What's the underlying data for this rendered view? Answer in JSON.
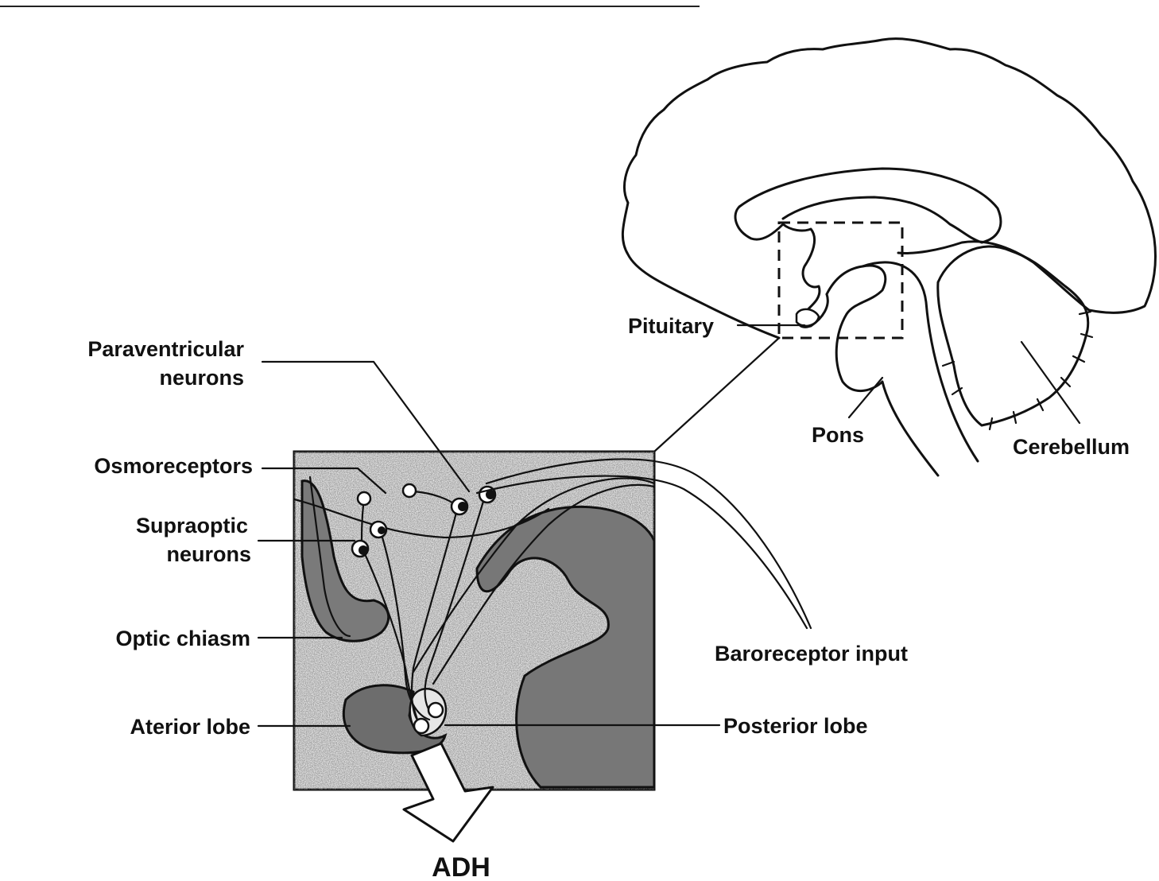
{
  "labels": {
    "pituitary": "Pituitary",
    "pons": "Pons",
    "cerebellum": "Cerebellum",
    "paraventricular_line1": "Paraventricular",
    "paraventricular_line2": "neurons",
    "osmoreceptors": "Osmoreceptors",
    "supraoptic_line1": "Supraoptic",
    "supraoptic_line2": "neurons",
    "optic_chiasm": "Optic chiasm",
    "anterior_lobe": "Aterior lobe",
    "posterior_lobe": "Posterior lobe",
    "baroreceptor_input": "Baroreceptor input",
    "adh": "ADH"
  }
}
